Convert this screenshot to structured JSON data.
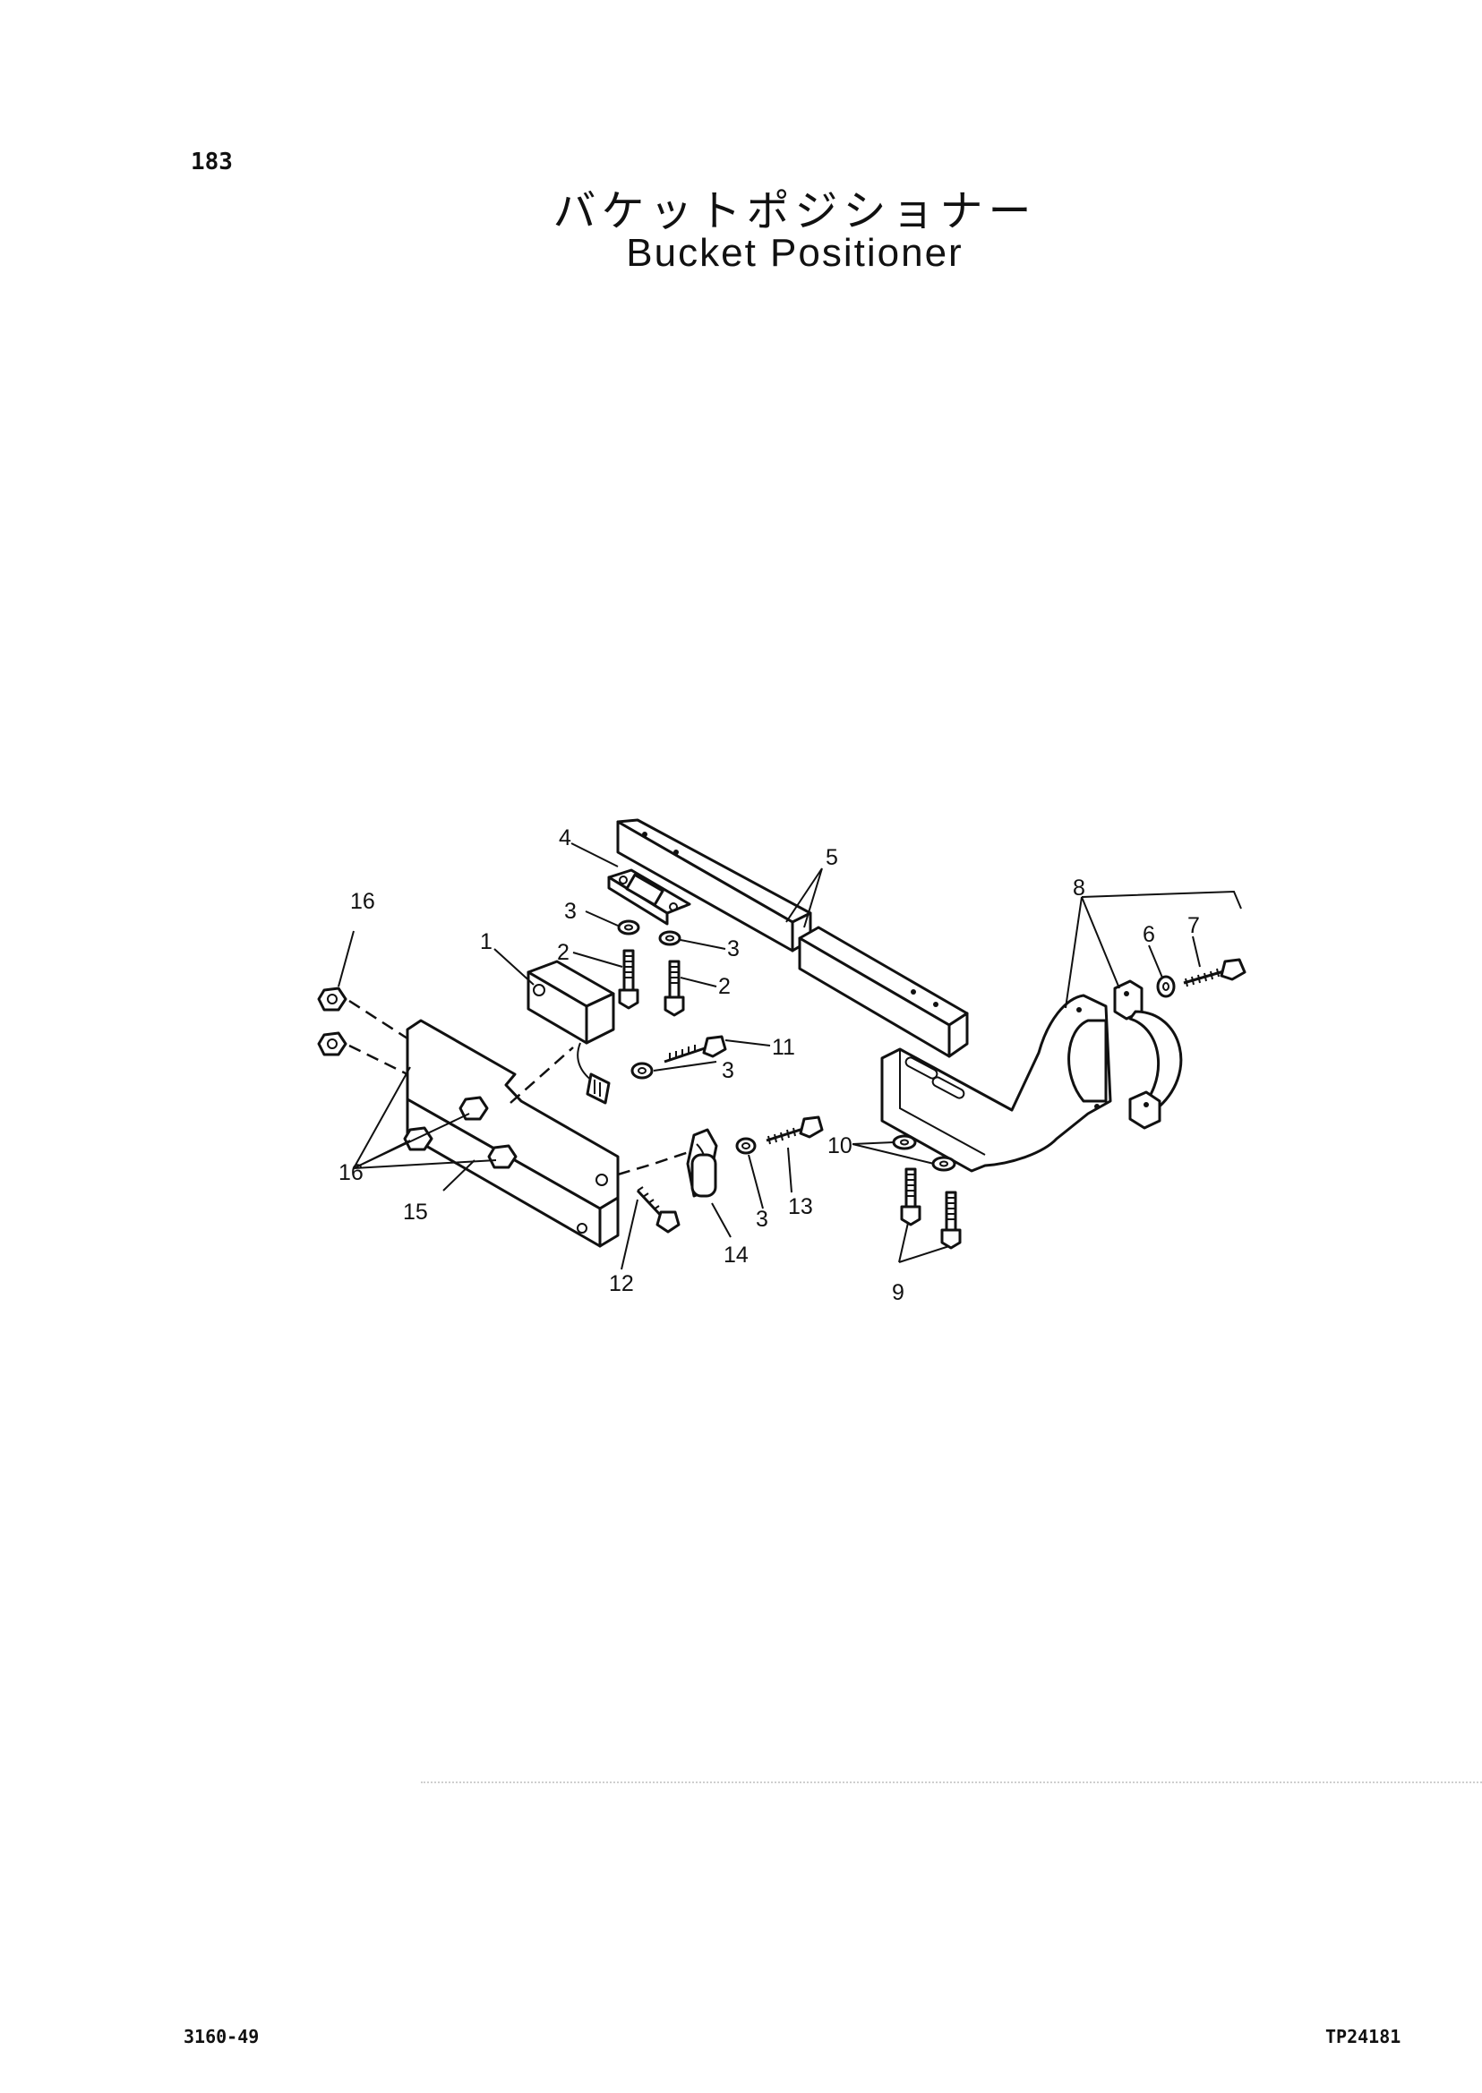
{
  "header": {
    "page_number": "183",
    "title_jp": "バケットポジショナー",
    "title_en": "Bucket Positioner"
  },
  "footer": {
    "doc_code": "3160-49",
    "figure_id": "TP24181"
  },
  "callouts": {
    "c1": "1",
    "c2a": "2",
    "c2b": "2",
    "c3a": "3",
    "c3b": "3",
    "c3c": "3",
    "c3d": "3",
    "c4": "4",
    "c5": "5",
    "c6": "6",
    "c7": "7",
    "c8": "8",
    "c9": "9",
    "c10": "10",
    "c11": "11",
    "c12": "12",
    "c13": "13",
    "c14": "14",
    "c15": "15",
    "c16a": "16",
    "c16b": "16"
  }
}
